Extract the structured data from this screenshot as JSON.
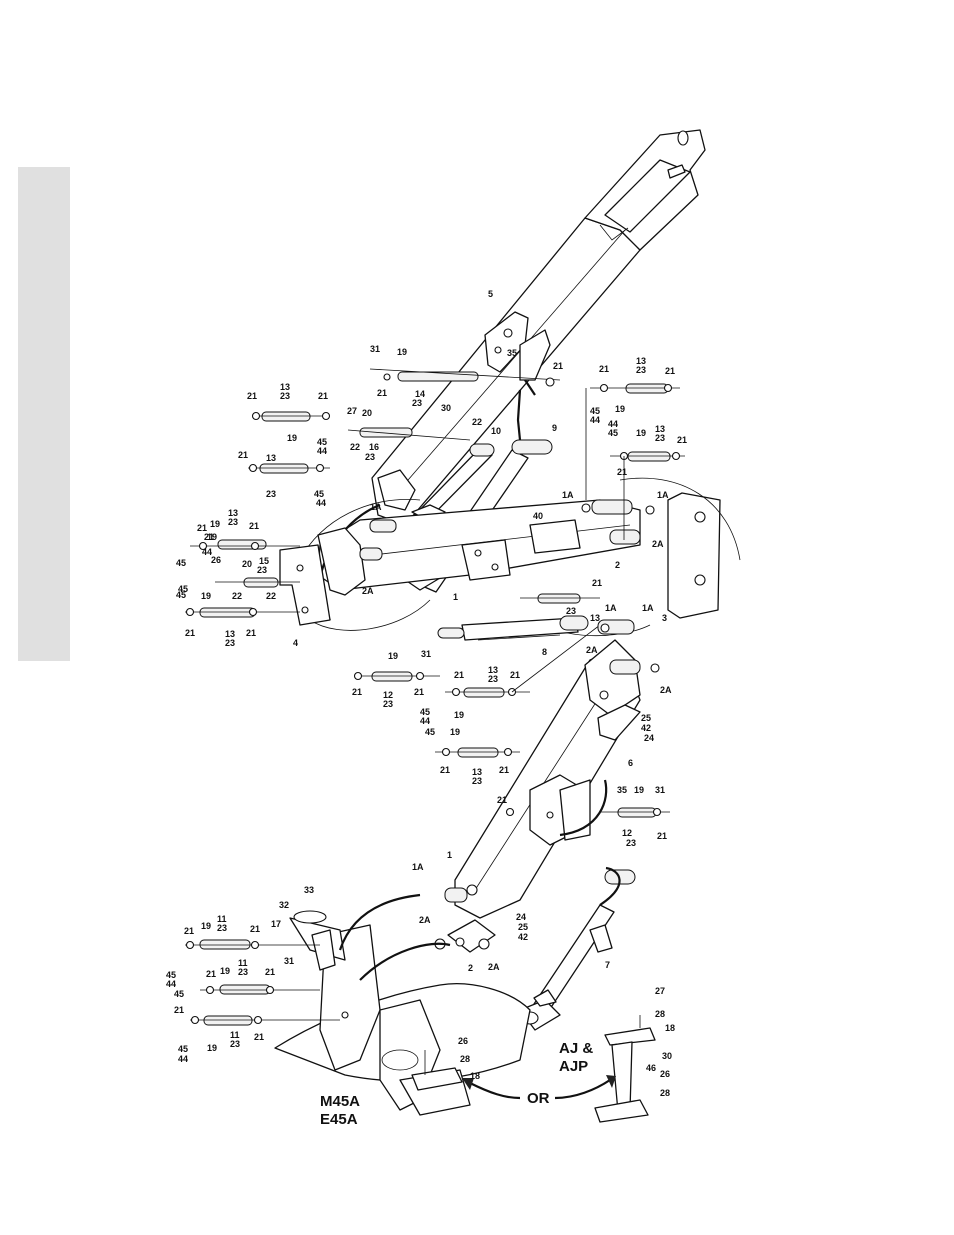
{
  "diagram": {
    "model_labels": {
      "left_line1": "M45A",
      "left_line2": "E45A",
      "right_line1": "AJ &",
      "right_line2": "AJP",
      "or_text": "OR"
    },
    "part_callouts": [
      {
        "id": "c5",
        "text": "5"
      },
      {
        "id": "c31a",
        "text": "31"
      },
      {
        "id": "c19a",
        "text": "19"
      },
      {
        "id": "c35a",
        "text": "35"
      },
      {
        "id": "c21a",
        "text": "21"
      },
      {
        "id": "c14",
        "text": "14"
      },
      {
        "id": "c23a",
        "text": "23"
      },
      {
        "id": "c21b",
        "text": "21"
      },
      {
        "id": "c13a",
        "text": "13"
      },
      {
        "id": "c23b",
        "text": "23"
      },
      {
        "id": "c21c",
        "text": "21"
      },
      {
        "id": "c21d",
        "text": "21"
      },
      {
        "id": "c19b",
        "text": "19"
      },
      {
        "id": "c45a",
        "text": "45"
      },
      {
        "id": "c44a",
        "text": "44"
      },
      {
        "id": "c27a",
        "text": "27"
      },
      {
        "id": "c20a",
        "text": "20"
      },
      {
        "id": "c22a",
        "text": "22"
      },
      {
        "id": "c16",
        "text": "16"
      },
      {
        "id": "c23c",
        "text": "23"
      },
      {
        "id": "c30a",
        "text": "30"
      },
      {
        "id": "c22b",
        "text": "22"
      },
      {
        "id": "c10",
        "text": "10"
      },
      {
        "id": "c9",
        "text": "9"
      },
      {
        "id": "c21e",
        "text": "21"
      },
      {
        "id": "c13b",
        "text": "13"
      },
      {
        "id": "c23d",
        "text": "23"
      },
      {
        "id": "c19c",
        "text": "19"
      },
      {
        "id": "c45b",
        "text": "45"
      },
      {
        "id": "c44b",
        "text": "44"
      },
      {
        "id": "c21f",
        "text": "21"
      },
      {
        "id": "c13c",
        "text": "13"
      },
      {
        "id": "c23e",
        "text": "23"
      },
      {
        "id": "c21g",
        "text": "21"
      },
      {
        "id": "c21h",
        "text": "21"
      },
      {
        "id": "c45c",
        "text": "45"
      },
      {
        "id": "c44c",
        "text": "44"
      },
      {
        "id": "c19d",
        "text": "19"
      },
      {
        "id": "c13d",
        "text": "13"
      },
      {
        "id": "c23f",
        "text": "23"
      },
      {
        "id": "c21i",
        "text": "21"
      },
      {
        "id": "c44d",
        "text": "44"
      },
      {
        "id": "c45d",
        "text": "45"
      },
      {
        "id": "c1Aa",
        "text": "1A"
      },
      {
        "id": "c1Ab",
        "text": "1A"
      },
      {
        "id": "c1Ac",
        "text": "1A"
      },
      {
        "id": "c40",
        "text": "40"
      },
      {
        "id": "c2Aa",
        "text": "2A"
      },
      {
        "id": "c2Ab",
        "text": "2A"
      },
      {
        "id": "c2a",
        "text": "2"
      },
      {
        "id": "c1a",
        "text": "1"
      },
      {
        "id": "c13e",
        "text": "13"
      },
      {
        "id": "c23g",
        "text": "23"
      },
      {
        "id": "c19e",
        "text": "19"
      },
      {
        "id": "c21j",
        "text": "21"
      },
      {
        "id": "c21k",
        "text": "21"
      },
      {
        "id": "c26a",
        "text": "26"
      },
      {
        "id": "c20b",
        "text": "20"
      },
      {
        "id": "c15",
        "text": "15"
      },
      {
        "id": "c23h",
        "text": "23"
      },
      {
        "id": "c22c",
        "text": "22"
      },
      {
        "id": "c22d",
        "text": "22"
      },
      {
        "id": "c45e",
        "text": "45"
      },
      {
        "id": "c44e",
        "text": "44"
      },
      {
        "id": "c45f",
        "text": "45"
      },
      {
        "id": "c19f",
        "text": "19"
      },
      {
        "id": "c21l",
        "text": "21"
      },
      {
        "id": "c13f",
        "text": "13"
      },
      {
        "id": "c23i",
        "text": "23"
      },
      {
        "id": "c21m",
        "text": "21"
      },
      {
        "id": "c4",
        "text": "4"
      },
      {
        "id": "c45g",
        "text": "45"
      },
      {
        "id": "c21n",
        "text": "21"
      },
      {
        "id": "c19g",
        "text": "19"
      },
      {
        "id": "c13g",
        "text": "13"
      },
      {
        "id": "c23j",
        "text": "23"
      },
      {
        "id": "c21o",
        "text": "21"
      },
      {
        "id": "c1Ad",
        "text": "1A"
      },
      {
        "id": "c1Ae",
        "text": "1A"
      },
      {
        "id": "c3",
        "text": "3"
      },
      {
        "id": "c8",
        "text": "8"
      },
      {
        "id": "c2Ac",
        "text": "2A"
      },
      {
        "id": "c2Ad",
        "text": "2A"
      },
      {
        "id": "c19h",
        "text": "19"
      },
      {
        "id": "c31b",
        "text": "31"
      },
      {
        "id": "c21p",
        "text": "21"
      },
      {
        "id": "c12a",
        "text": "12"
      },
      {
        "id": "c23k",
        "text": "23"
      },
      {
        "id": "c21q",
        "text": "21"
      },
      {
        "id": "c21r",
        "text": "21"
      },
      {
        "id": "c13h",
        "text": "13"
      },
      {
        "id": "c23l",
        "text": "23"
      },
      {
        "id": "c21s",
        "text": "21"
      },
      {
        "id": "c19i",
        "text": "19"
      },
      {
        "id": "c45h",
        "text": "45"
      },
      {
        "id": "c44f",
        "text": "44"
      },
      {
        "id": "c45i",
        "text": "45"
      },
      {
        "id": "c19j",
        "text": "19"
      },
      {
        "id": "c21t",
        "text": "21"
      },
      {
        "id": "c13i",
        "text": "13"
      },
      {
        "id": "c23m",
        "text": "23"
      },
      {
        "id": "c21u",
        "text": "21"
      },
      {
        "id": "c25a",
        "text": "25"
      },
      {
        "id": "c42a",
        "text": "42"
      },
      {
        "id": "c24a",
        "text": "24"
      },
      {
        "id": "c6",
        "text": "6"
      },
      {
        "id": "c21v",
        "text": "21"
      },
      {
        "id": "c35b",
        "text": "35"
      },
      {
        "id": "c19k",
        "text": "19"
      },
      {
        "id": "c31c",
        "text": "31"
      },
      {
        "id": "c12b",
        "text": "12"
      },
      {
        "id": "c23n",
        "text": "23"
      },
      {
        "id": "c21w",
        "text": "21"
      },
      {
        "id": "c1b",
        "text": "1"
      },
      {
        "id": "c1Af",
        "text": "1A"
      },
      {
        "id": "c24b",
        "text": "24"
      },
      {
        "id": "c25b",
        "text": "25"
      },
      {
        "id": "c42b",
        "text": "42"
      },
      {
        "id": "c33",
        "text": "33"
      },
      {
        "id": "c32",
        "text": "32"
      },
      {
        "id": "c2Ae",
        "text": "2A"
      },
      {
        "id": "c2b",
        "text": "2"
      },
      {
        "id": "c2Af",
        "text": "2A"
      },
      {
        "id": "c7",
        "text": "7"
      },
      {
        "id": "c17",
        "text": "17"
      },
      {
        "id": "c19l",
        "text": "19"
      },
      {
        "id": "c11a",
        "text": "11"
      },
      {
        "id": "c23o",
        "text": "23"
      },
      {
        "id": "c21x",
        "text": "21"
      },
      {
        "id": "c21y",
        "text": "21"
      },
      {
        "id": "c31d",
        "text": "31"
      },
      {
        "id": "c45j",
        "text": "45"
      },
      {
        "id": "c44g",
        "text": "44"
      },
      {
        "id": "c21z",
        "text": "21"
      },
      {
        "id": "c19m",
        "text": "19"
      },
      {
        "id": "c11b",
        "text": "11"
      },
      {
        "id": "c23p",
        "text": "23"
      },
      {
        "id": "c21aa",
        "text": "21"
      },
      {
        "id": "c45k",
        "text": "45"
      },
      {
        "id": "c21ab",
        "text": "21"
      },
      {
        "id": "c19n",
        "text": "19"
      },
      {
        "id": "c11c",
        "text": "11"
      },
      {
        "id": "c23q",
        "text": "23"
      },
      {
        "id": "c21ac",
        "text": "21"
      },
      {
        "id": "c45l",
        "text": "45"
      },
      {
        "id": "c44h",
        "text": "44"
      },
      {
        "id": "c26b",
        "text": "26"
      },
      {
        "id": "c28a",
        "text": "28"
      },
      {
        "id": "c18a",
        "text": "18"
      },
      {
        "id": "c27b",
        "text": "27"
      },
      {
        "id": "c28b",
        "text": "28"
      },
      {
        "id": "c18b",
        "text": "18"
      },
      {
        "id": "c30b",
        "text": "30"
      },
      {
        "id": "c46",
        "text": "46"
      },
      {
        "id": "c26c",
        "text": "26"
      },
      {
        "id": "c28c",
        "text": "28"
      }
    ]
  }
}
